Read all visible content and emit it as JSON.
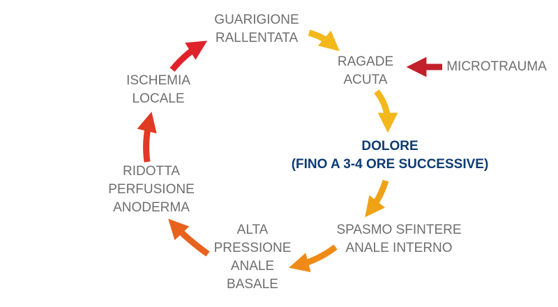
{
  "nodes": {
    "guarigione": {
      "lines": [
        "GUARIGIONE",
        "RALLENTATA"
      ]
    },
    "ragade": {
      "lines": [
        "RAGADE",
        "ACUTA"
      ]
    },
    "microtrauma": {
      "lines": [
        "MICROTRAUMA"
      ]
    },
    "dolore": {
      "lines": [
        "DOLORE",
        "(FINO A  3-4 ORE SUCCESSIVE)"
      ]
    },
    "spasmo": {
      "lines": [
        "SPASMO SFINTERE",
        "ANALE INTERNO"
      ]
    },
    "pressione": {
      "lines": [
        "ALTA",
        "PRESSIONE",
        "ANALE",
        "BASALE"
      ]
    },
    "perfusione": {
      "lines": [
        "RIDOTTA",
        "PERFUSIONE",
        "ANODERMA"
      ]
    },
    "ischemia": {
      "lines": [
        "ISCHEMIA",
        "LOCALE"
      ]
    }
  },
  "colors": {
    "text": "#6e6e6e",
    "key_text": "#0d3b72",
    "arrow_yellow": "#f2b81c",
    "arrow_orange": "#ef8a17",
    "arrow_deep_orange": "#e8621e",
    "arrow_red": "#e03a24",
    "arrow_crimson": "#c2202a"
  },
  "arrows": [
    {
      "from": "guarigione",
      "to": "ragade",
      "color": "#f2b81c"
    },
    {
      "from": "microtrauma",
      "to": "ragade",
      "color": "#c2202a"
    },
    {
      "from": "ragade",
      "to": "dolore",
      "color": "#f2b81c"
    },
    {
      "from": "dolore",
      "to": "spasmo",
      "color": "#efa216"
    },
    {
      "from": "spasmo",
      "to": "pressione",
      "color": "#ef8a17"
    },
    {
      "from": "pressione",
      "to": "perfusione",
      "color": "#e8621e"
    },
    {
      "from": "perfusione",
      "to": "ischemia",
      "color": "#e03a24"
    },
    {
      "from": "ischemia",
      "to": "guarigione",
      "color": "#e0232a"
    }
  ]
}
